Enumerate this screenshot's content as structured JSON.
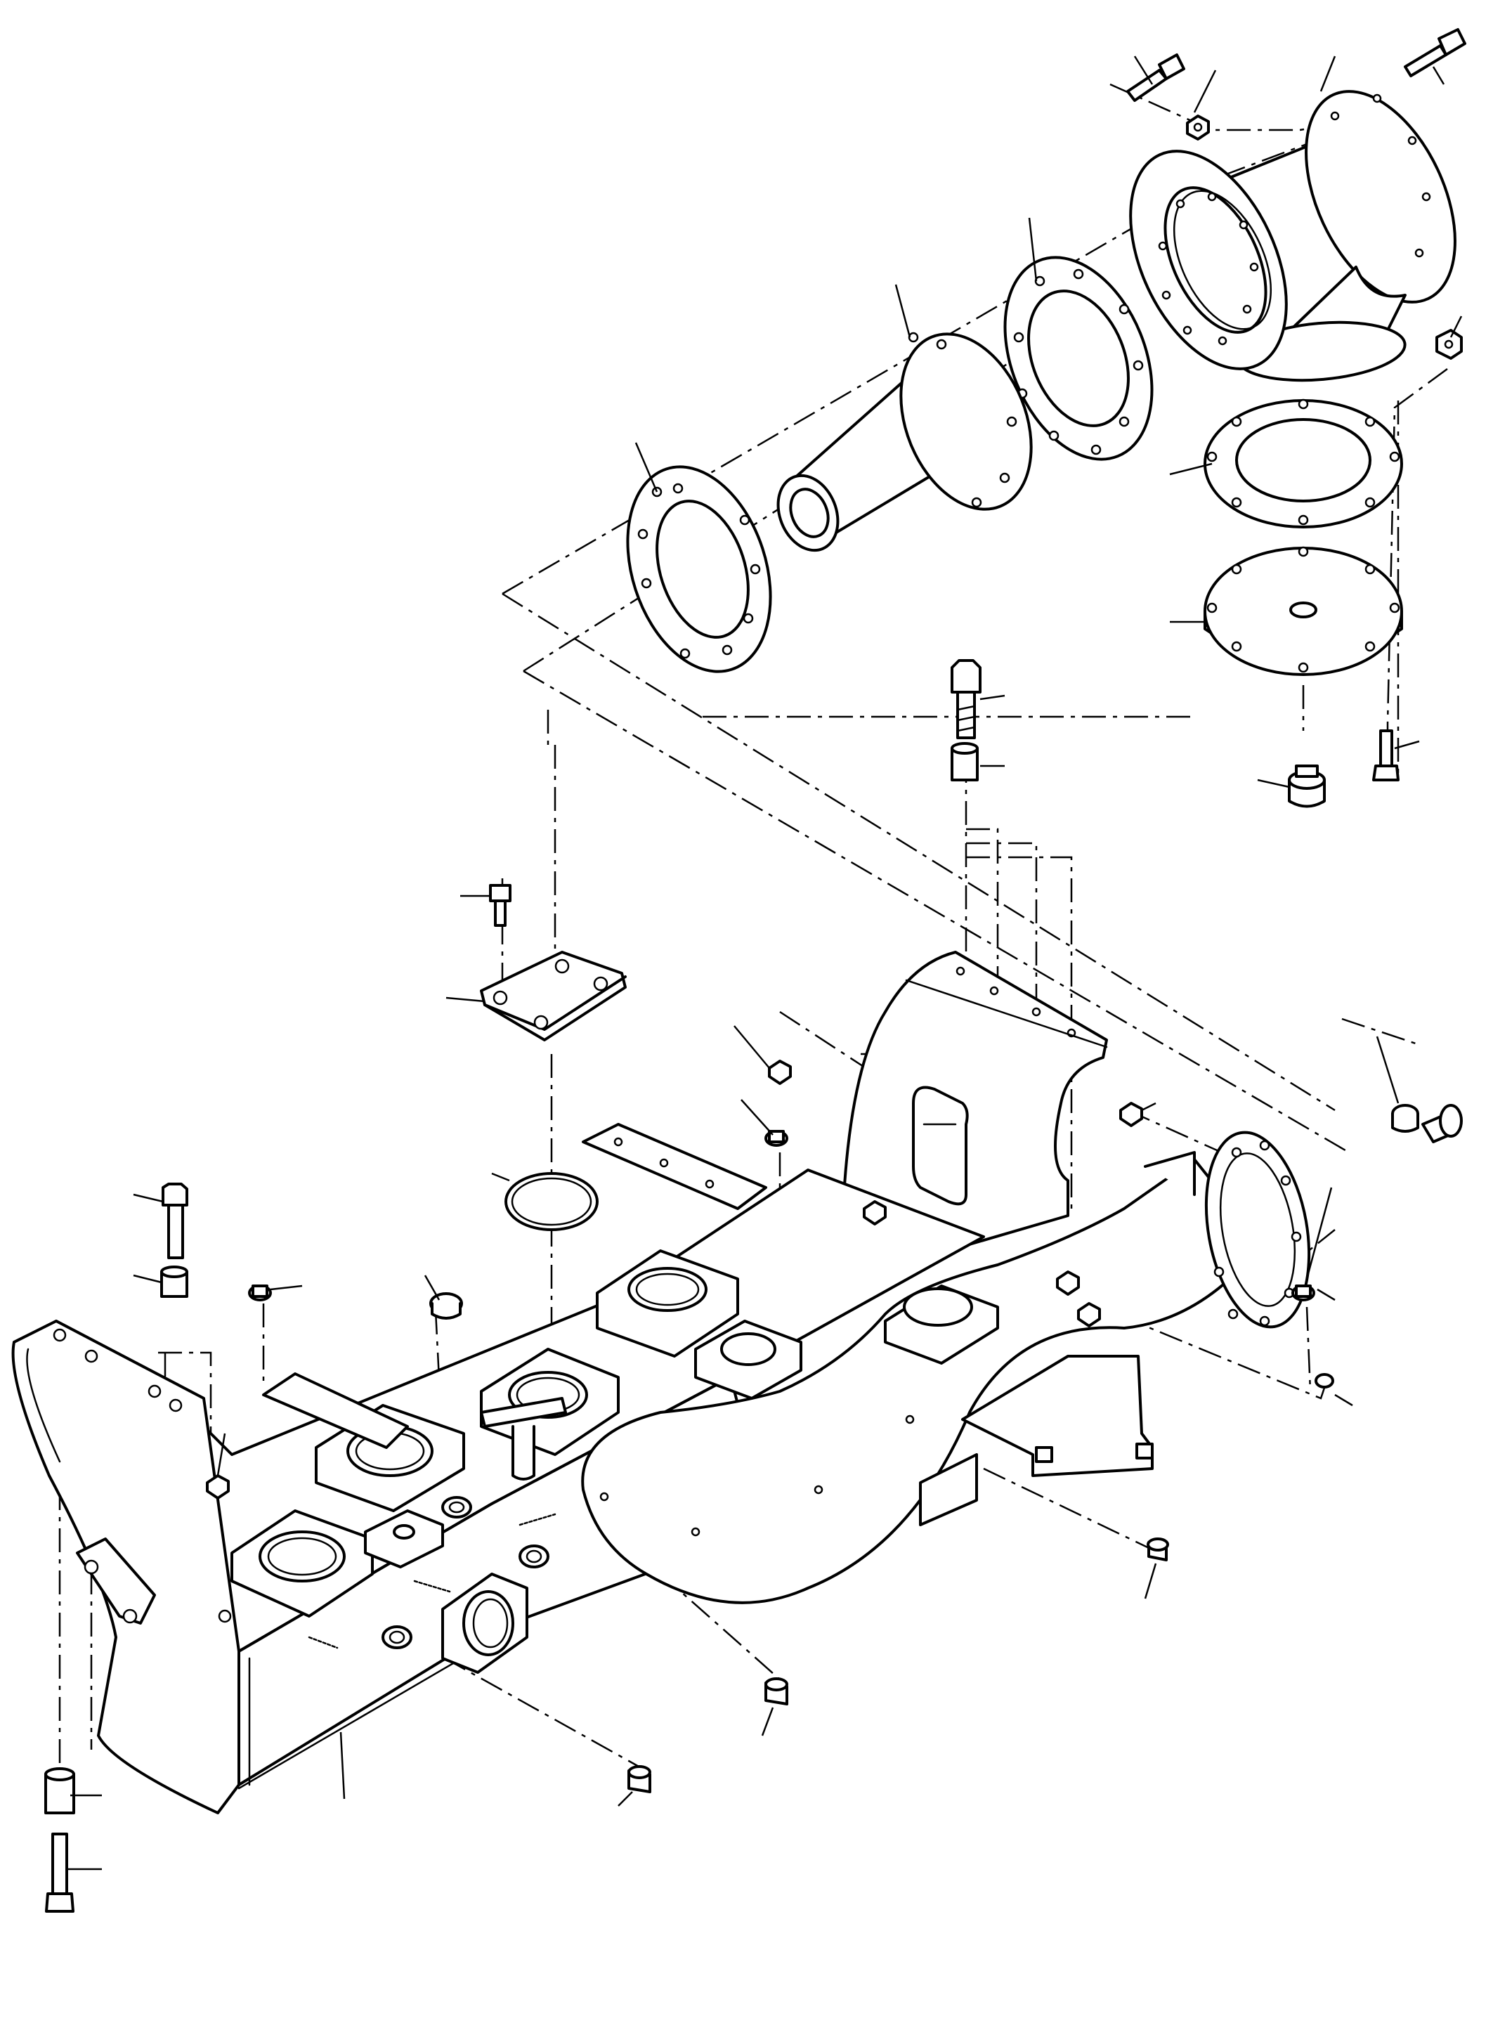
{
  "diagram": {
    "type": "exploded parts drawing",
    "text_labels": [],
    "colors": {
      "line": "#000000",
      "background": "#ffffff"
    },
    "parts": [
      "tee-pipe",
      "flange-gasket-upper",
      "reducer-cone",
      "flange-gasket-lower",
      "bottom-gasket",
      "blind-flange",
      "drain-plug",
      "main-frame",
      "rear-bracket",
      "cover-plate",
      "o-ring",
      "hex-bolt",
      "spacer",
      "hex-nut",
      "socket-screw",
      "plug"
    ]
  }
}
